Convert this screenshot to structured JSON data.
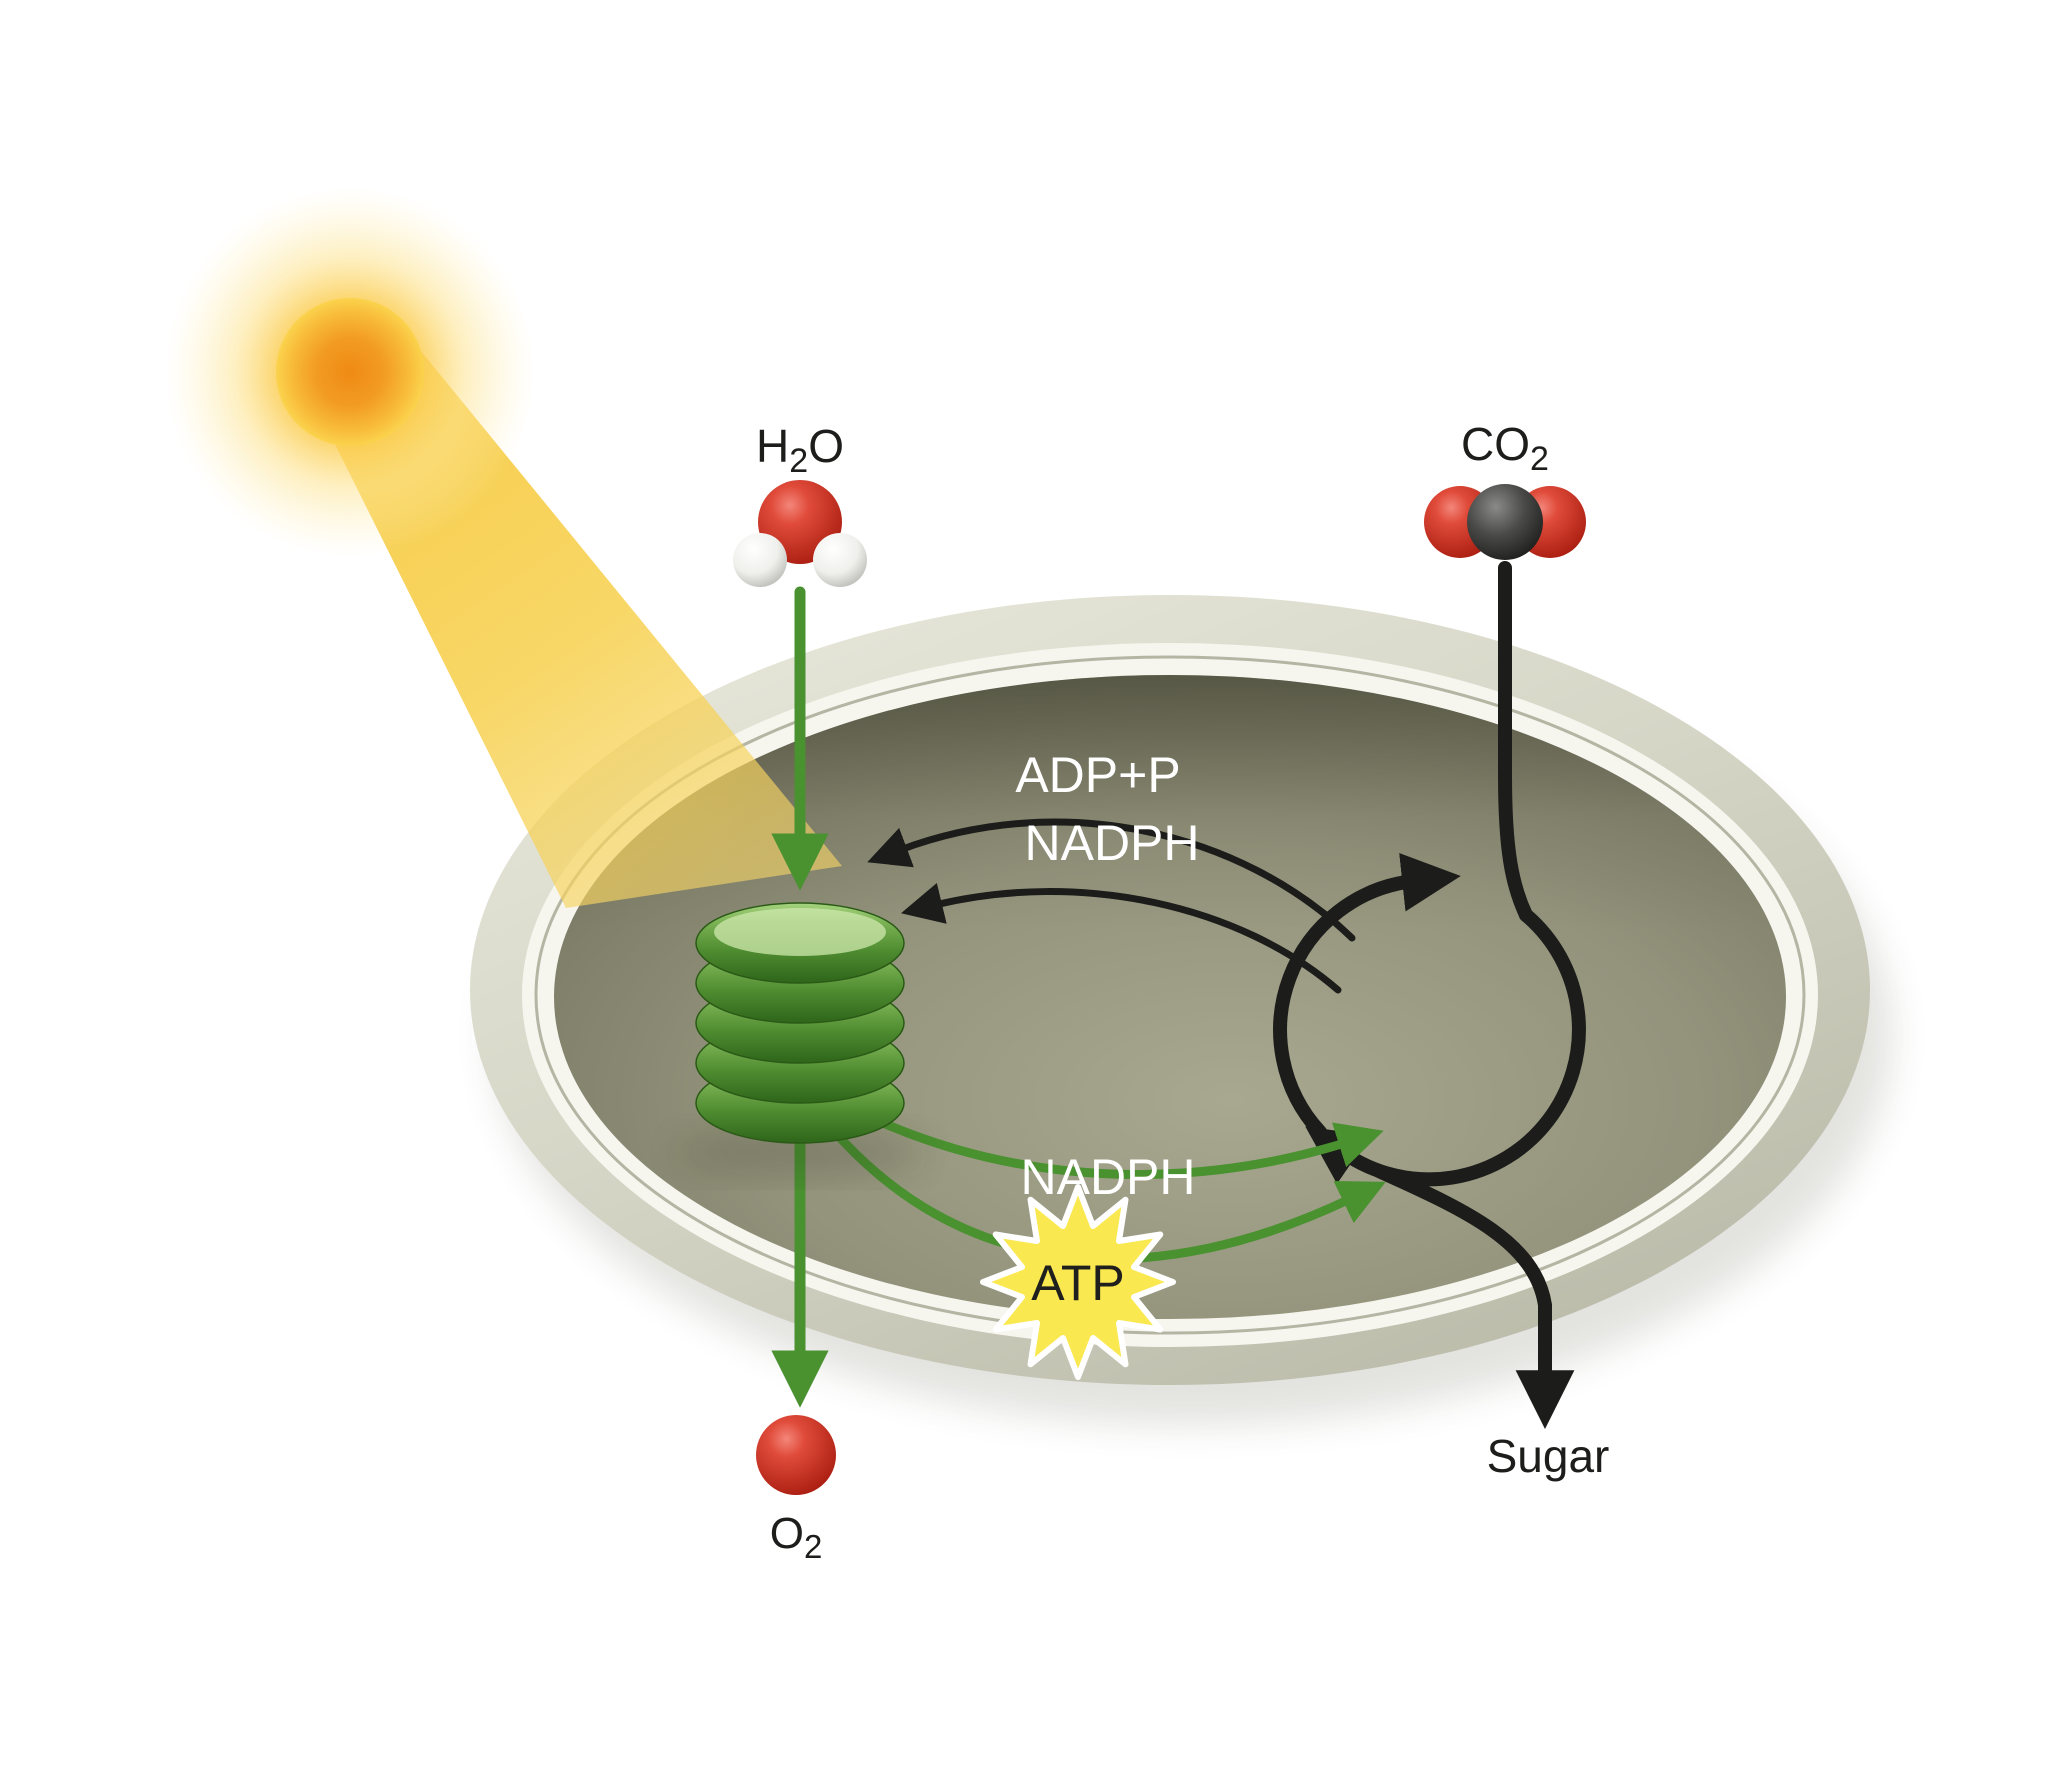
{
  "molecule_labels": {
    "h2o": {
      "main": "H",
      "sub": "2",
      "tail": "O"
    },
    "co2": {
      "main": "CO",
      "sub": "2"
    },
    "o2": {
      "main": "O",
      "sub": "2"
    }
  },
  "process_labels": {
    "adp_p": "ADP+P",
    "nadph_return": "NADPH",
    "nadph_supply": "NADPH",
    "atp": "ATP",
    "sugar": "Sugar"
  },
  "colors": {
    "background": "#ffffff",
    "sun_core_orange": "#f0891d",
    "sun_glow_yellow": "#fbd34d",
    "light_beam": "#f7d04c",
    "green_arrow": "#4a9130",
    "granum_green_light": "#a6d37f",
    "granum_green_dark": "#2e651a",
    "black_arrow": "#1c1c1a",
    "oxygen_red": "#d7352a",
    "hydrogen_white": "#f2f2ee",
    "carbon_dark": "#3a3a38",
    "outer_membrane": "#d7d7c8",
    "membrane_gap_white": "#f6f6ef",
    "stroma_olive": "#90907a",
    "atp_star_yellow": "#fae851",
    "label_white": "#ffffff",
    "label_dark": "#1d1d1b"
  }
}
